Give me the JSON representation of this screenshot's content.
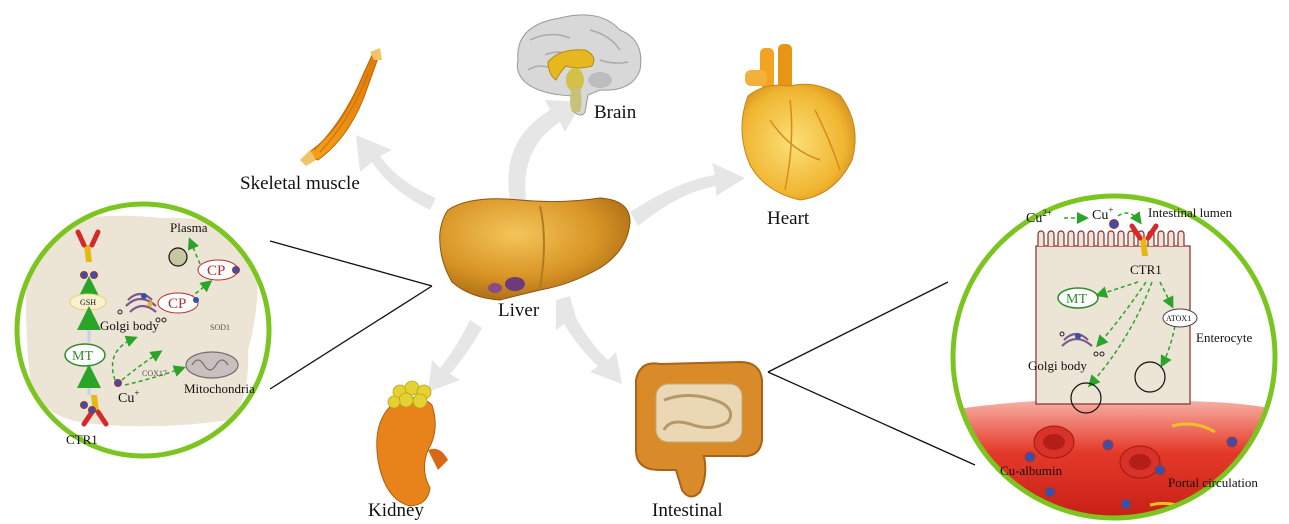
{
  "organs": {
    "brain": "Brain",
    "skeletal_muscle": "Skeletal muscle",
    "heart": "Heart",
    "liver": "Liver",
    "kidney": "Kidney",
    "intestinal": "Intestinal"
  },
  "hepatocyte_panel": {
    "plasma": "Plasma",
    "cp_top": "CP",
    "cp_golgi": "CP",
    "golgi_body": "Golgi body",
    "gsh": "GSH",
    "mt": "MT",
    "sod1": "SOD1",
    "cox17": "COX17",
    "cu_ion": "Cu",
    "cu_charge": "+",
    "mitochondria": "Mitochondria",
    "ctr1": "CTR1"
  },
  "enterocyte_panel": {
    "cu2_ion": "Cu",
    "cu2_charge": "2+",
    "cu1_ion": "Cu",
    "cu1_charge": "+",
    "intestinal_lumen": "Intestinal lumen",
    "ctr1": "CTR1",
    "mt": "MT",
    "atox1": "ATOX1",
    "enterocyte": "Enterocyte",
    "golgi_body": "Golgi body",
    "cu_albumin": "Cu-albumin",
    "portal_circulation": "Portal circulation"
  },
  "colors": {
    "panel_ring": "#7cc520",
    "arrow_grey": "#e6e6e6",
    "dashed_arrow": "#2aa52a",
    "cell_fill": "#ece4d4",
    "blood": "#e53a2a",
    "copper_dot": "#3b4fa8"
  }
}
